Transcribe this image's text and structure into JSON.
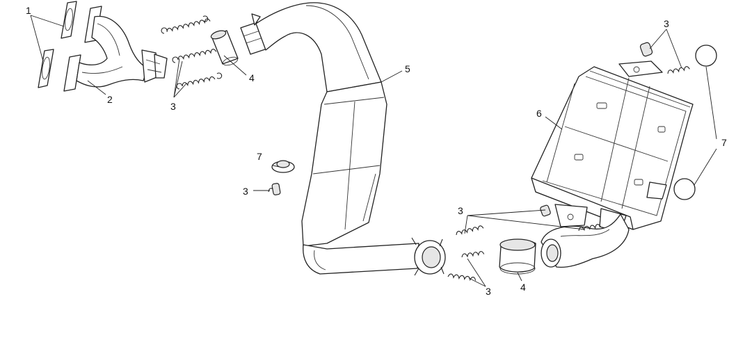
{
  "callouts": {
    "c1": "1",
    "c2": "2",
    "c3a": "3",
    "c3b": "3",
    "c3c": "3",
    "c3d": "3",
    "c3e": "3",
    "c4a": "4",
    "c4b": "4",
    "c5": "5",
    "c6": "6",
    "c7a": "7",
    "c7b": "7"
  }
}
